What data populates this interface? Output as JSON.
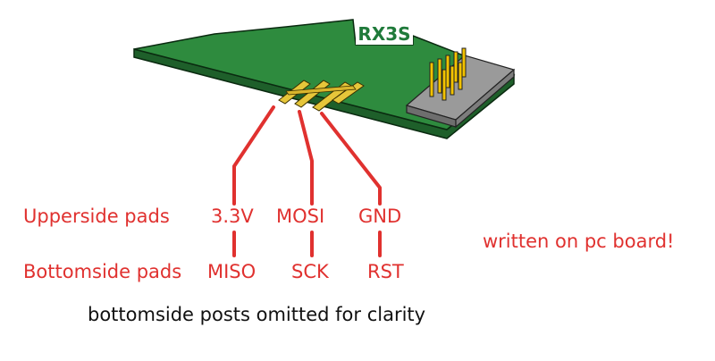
{
  "board": {
    "label": "RX3S"
  },
  "rows": {
    "upper_label": "Upperside pads",
    "bottom_label": "Bottomside pads"
  },
  "pins": [
    {
      "upper": "3.3V",
      "bottom": "MISO"
    },
    {
      "upper": "MOSI",
      "bottom": "SCK"
    },
    {
      "upper": "GND",
      "bottom": "RST"
    }
  ],
  "notes": {
    "written_on_board": "written on pc board!",
    "omitted": "bottomside posts omitted for clarity"
  },
  "colors": {
    "board_green": "#2e8b3e",
    "pad_gold": "#e6c63a",
    "label_red": "#e0312f",
    "connector_gray": "#8c8c8c"
  }
}
